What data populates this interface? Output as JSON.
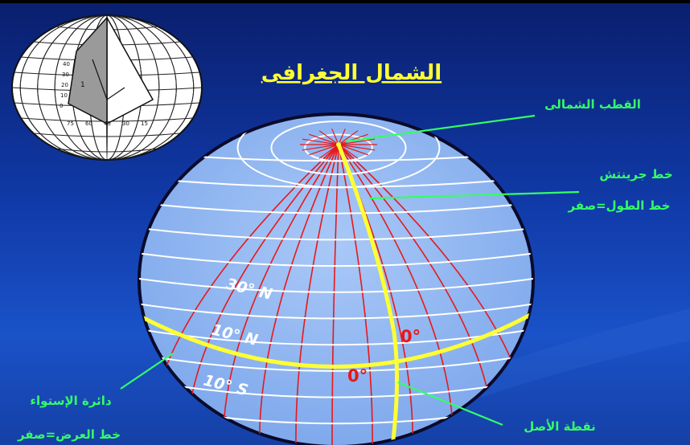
{
  "title": "الشمال الجغرافى",
  "labels": {
    "north_pole": "القطب الشمالى",
    "greenwich_line": "خط جرينتش",
    "longitude_zero": "خط الطول=صفر",
    "equator_circle": "دائرة الإستواء",
    "latitude_zero": "خط العرض=صفر",
    "origin_point": "نقطة الأصل"
  },
  "globe_labels": {
    "lat_30n": "30° N",
    "lat_10n": "10° N",
    "lat_10s": "10° S",
    "zero_meridian": "0°",
    "zero_equator": "0°"
  },
  "inset": {
    "scale_top": [
      "40",
      "30",
      "20",
      "10",
      "0"
    ],
    "scale_bottom": [
      "75",
      "60",
      "45",
      "30",
      "15"
    ],
    "center_mark": "1"
  },
  "colors": {
    "background": "#103aa8",
    "globe_fill": "#8fb6f2",
    "latitude": "#ffffff",
    "longitude": "#e81818",
    "highlight": "#ffff33",
    "label_green": "#33ff66",
    "title_yellow": "#ffff33"
  }
}
